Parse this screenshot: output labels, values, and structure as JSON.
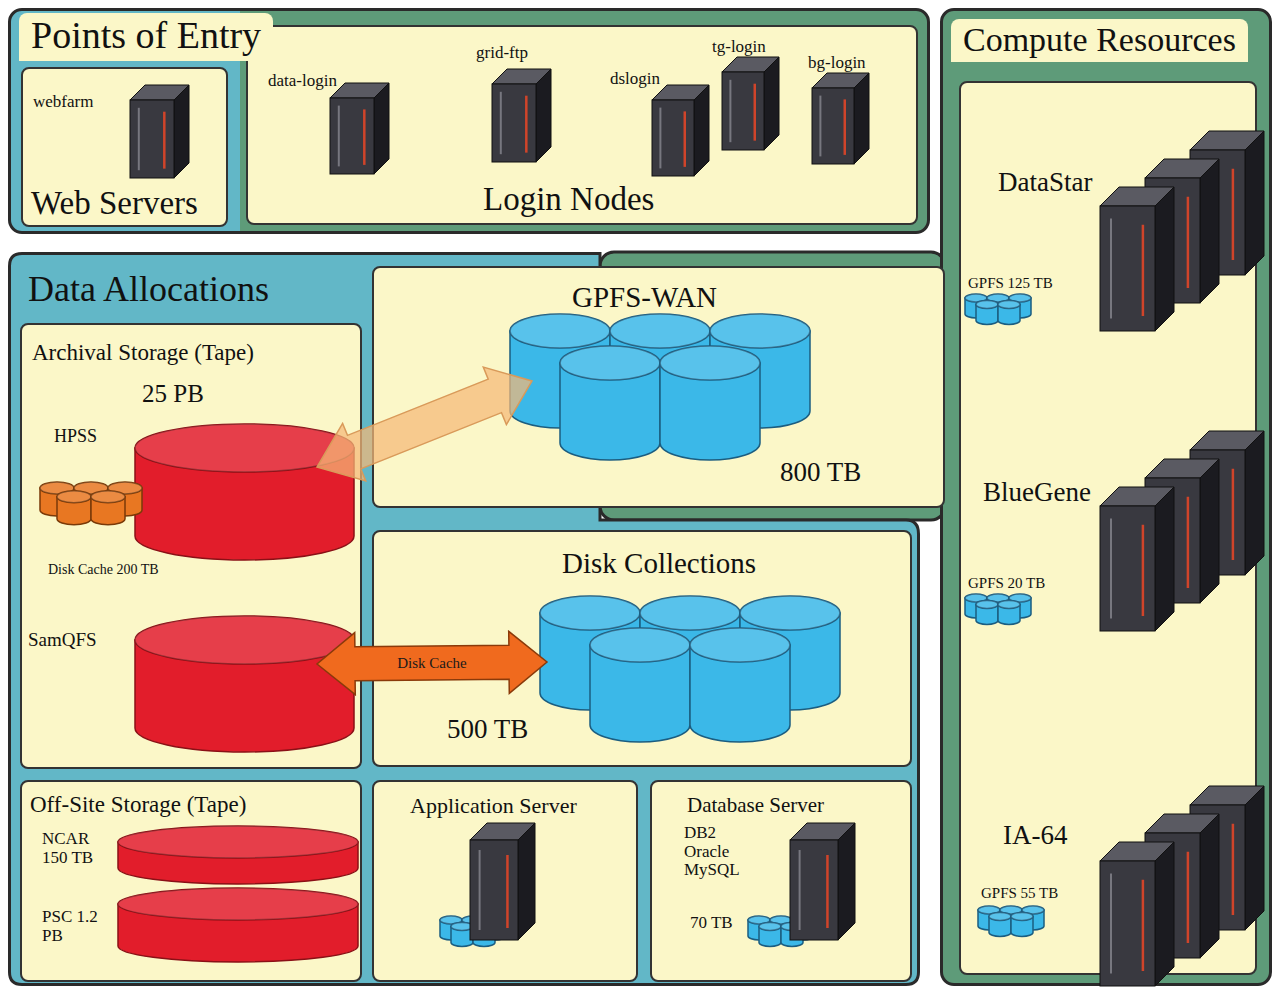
{
  "diagram": {
    "nodes": [
      {
        "text": [
          "Points of Entry"
        ]
      },
      {
        "text": [
          "webfarm",
          "Web Servers"
        ],
        "in": 0
      },
      {
        "text": [
          "Login Nodes"
        ],
        "in": 0
      },
      {
        "text": [
          "Compute Resources"
        ]
      },
      {
        "text": [
          "DataStar",
          "GPFS 125 TB"
        ],
        "in": 3
      },
      {
        "text": [
          "BlueGene",
          "GPFS 20 TB"
        ],
        "in": 3
      },
      {
        "text": [
          "IA-64",
          "GPFS 55 TB"
        ],
        "in": 3
      },
      {
        "text": [
          "Data Allocations"
        ]
      },
      {
        "text": [
          "Archival Storage (Tape)",
          "25 PB"
        ],
        "in": 7
      },
      {
        "text": [
          "HPSS",
          "Disk Cache 200 TB"
        ],
        "in": 8
      },
      {
        "text": [
          "SamQFS"
        ],
        "in": 8
      },
      {
        "text": [
          "GPFS-WAN",
          "800 TB"
        ],
        "in": 7
      },
      {
        "text": [
          "Disk Collections",
          "500 TB"
        ],
        "in": 7
      },
      {
        "text": [
          "Off-Site Storage (Tape)"
        ],
        "in": 7
      },
      {
        "text": [
          "NCAR 150 TB"
        ],
        "in": 13
      },
      {
        "text": [
          "PSC 1.2 PB"
        ],
        "in": 13
      },
      {
        "text": [
          "Application Server"
        ],
        "in": 7
      },
      {
        "text": [
          "Database Server",
          "DB2 Oracle MySQL",
          "70 TB"
        ],
        "in": 7
      }
    ],
    "edges": [
      {
        "from": 9,
        "to": 11,
        "arrow": "both"
      },
      {
        "from": 10,
        "to": 12,
        "label": "Disk Cache",
        "arrow": "both"
      }
    ],
    "labels": [
      "data-login",
      "grid-ftp",
      "dslogin",
      "tg-login",
      "bg-login"
    ]
  }
}
